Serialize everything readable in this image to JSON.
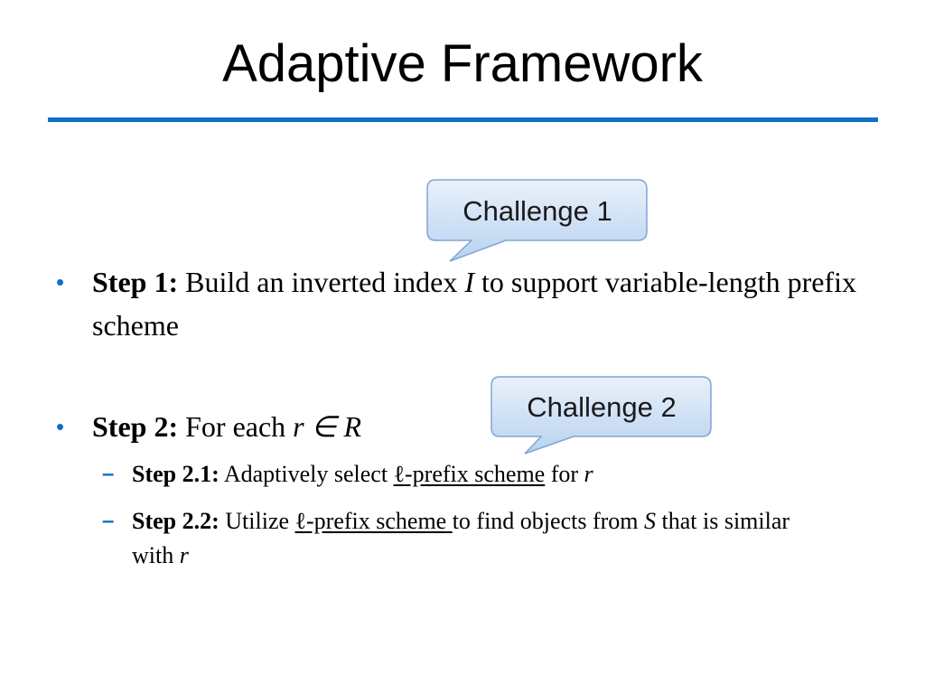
{
  "slide": {
    "title": "Adaptive Framework",
    "accent_color": "#0F6FC6"
  },
  "callouts": [
    {
      "label": "Challenge 1"
    },
    {
      "label": "Challenge 2"
    }
  ],
  "bullets": [
    {
      "marker": "•",
      "lead": "Step 1:",
      "text_before": " Build an inverted index ",
      "italic": "I",
      "text_after": " to support variable-length prefix scheme"
    },
    {
      "marker": "•",
      "lead": "Step 2:",
      "text": " For each ",
      "math": "r ∈ R"
    }
  ],
  "sub_bullets": [
    {
      "marker": "–",
      "lead": "Step 2.1:",
      "text_before": " Adaptively select ",
      "underlined": "ℓ-prefix scheme",
      "text_after": " for ",
      "italic": "r"
    },
    {
      "marker": "–",
      "lead": "Step 2.2:",
      "text_before": " Utilize ",
      "underlined": "ℓ-prefix scheme ",
      "text_after": "to find objects from ",
      "italic": "S",
      "text_after2": " that is similar with ",
      "italic2": "r"
    }
  ]
}
